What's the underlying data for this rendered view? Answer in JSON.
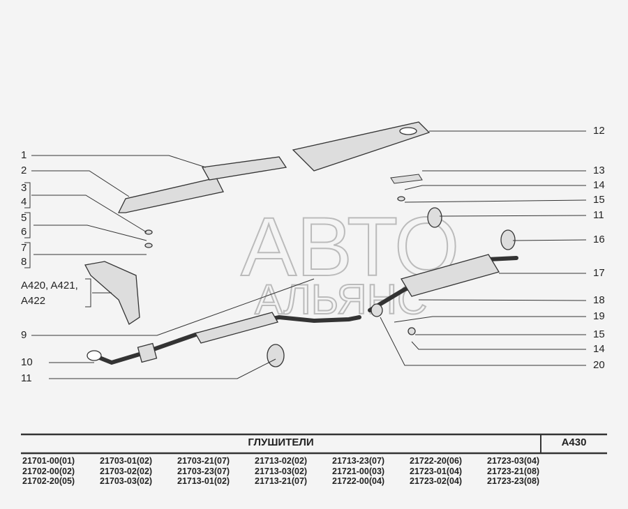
{
  "diagram": {
    "watermark": "АВТО АЛЬЯНС",
    "left_callouts": [
      "1",
      "2",
      "3",
      "4",
      "5",
      "6",
      "7",
      "8",
      "9",
      "10",
      "11"
    ],
    "group_ref": "A420, A421,",
    "group_ref2": "A422",
    "right_callouts": [
      "12",
      "13",
      "14",
      "15",
      "11",
      "16",
      "17",
      "18",
      "19",
      "15",
      "14",
      "20"
    ]
  },
  "table": {
    "title": "ГЛУШИТЕЛИ",
    "code": "A430",
    "models": [
      "21701-00(01)",
      "21703-01(02)",
      "21703-21(07)",
      "21713-02(02)",
      "21713-23(07)",
      "21722-20(06)",
      "21723-03(04)",
      "21702-00(02)",
      "21703-02(02)",
      "21703-23(07)",
      "21713-03(02)",
      "21721-00(03)",
      "21723-01(04)",
      "21723-21(08)",
      "21702-20(05)",
      "21703-03(02)",
      "21713-01(02)",
      "21713-21(07)",
      "21722-00(04)",
      "21723-02(04)",
      "21723-23(08)"
    ]
  }
}
